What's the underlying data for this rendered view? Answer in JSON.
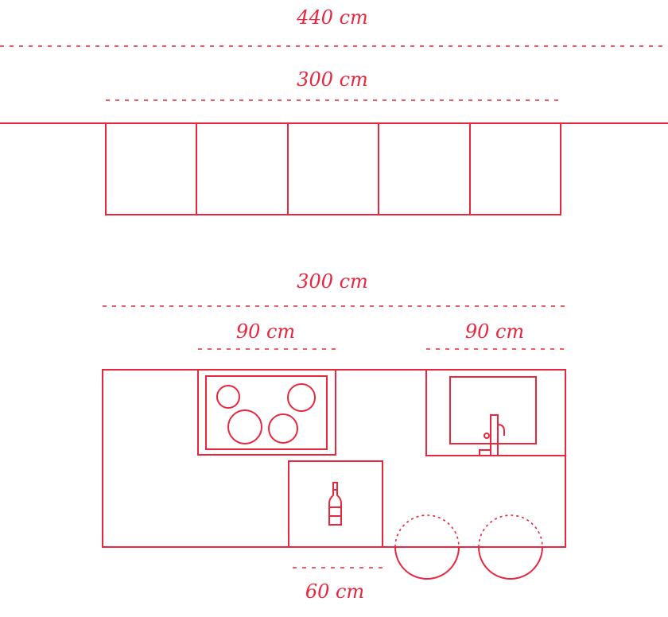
{
  "colors": {
    "line": "#e8273e",
    "background": "#ffffff"
  },
  "dimensions": {
    "total_width": "440 cm",
    "wall_units_width": "300 cm",
    "base_units_width": "300 cm",
    "hob_width": "90 cm",
    "sink_width": "90 cm",
    "dishwasher_width": "60 cm"
  },
  "icons": {
    "hob": "cooktop-icon",
    "sink": "sink-icon",
    "tap": "faucet-icon",
    "bottle": "bottle-icon",
    "stools": "stool-icon"
  }
}
